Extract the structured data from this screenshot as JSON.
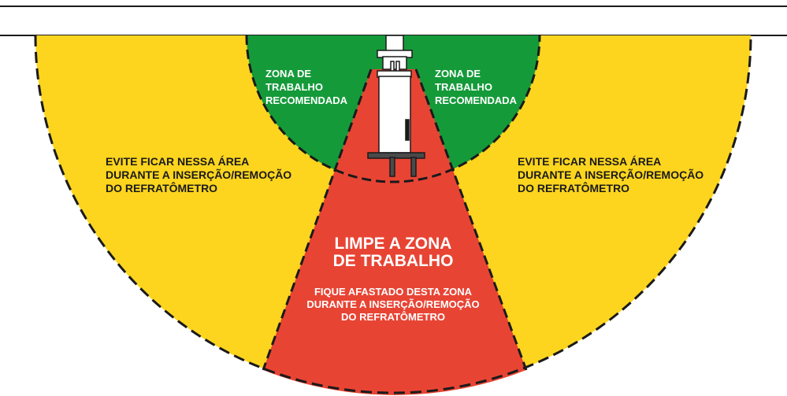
{
  "diagram": {
    "zones": {
      "recommended_left": {
        "lines": [
          "ZONA DE",
          "TRABALHO",
          "RECOMENDADA"
        ]
      },
      "recommended_right": {
        "lines": [
          "ZONA DE",
          "TRABALHO",
          "RECOMENDADA"
        ]
      },
      "avoid_left": {
        "lines": [
          "EVITE FICAR NESSA ÁREA",
          "DURANTE A INSERÇÃO/REMOÇÃO",
          "DO REFRATÔMETRO"
        ]
      },
      "avoid_right": {
        "lines": [
          "EVITE FICAR NESSA ÁREA",
          "DURANTE A INSERÇÃO/REMOÇÃO",
          "DO REFRATÔMETRO"
        ]
      },
      "clear": {
        "title_lines": [
          "LIMPE A ZONA",
          "DE TRABALHO"
        ],
        "note_lines": [
          "FIQUE AFASTADO DESTA ZONA",
          "DURANTE A INSERÇÃO/REMOÇÃO",
          "DO REFRATÔMETRO"
        ]
      }
    },
    "colors": {
      "yellow": "#FDD51E",
      "green": "#159A3A",
      "red": "#E84434",
      "outline": "#1a1a1a",
      "device": "#ffffff"
    }
  }
}
